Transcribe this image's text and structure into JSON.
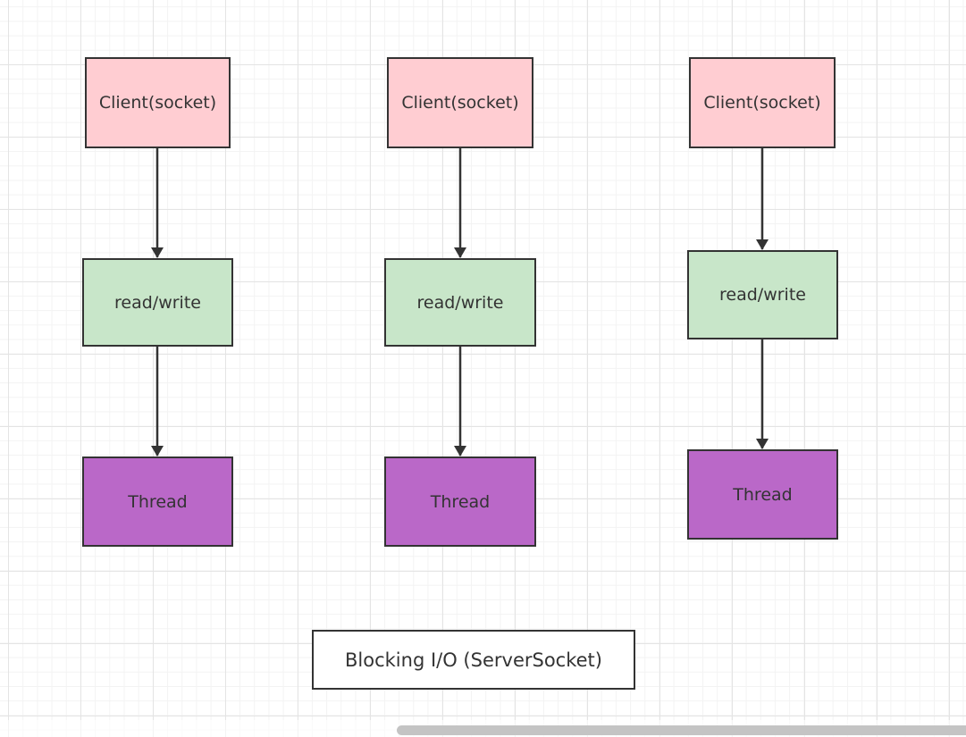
{
  "columns": [
    {
      "client_label": "Client(socket)",
      "rw_label": "read/write",
      "thread_label": "Thread"
    },
    {
      "client_label": "Client(socket)",
      "rw_label": "read/write",
      "thread_label": "Thread"
    },
    {
      "client_label": "Client(socket)",
      "rw_label": "read/write",
      "thread_label": "Thread"
    }
  ],
  "caption": "Blocking I/O (ServerSocket)",
  "colors": {
    "client_fill": "#ffcdd2",
    "rw_fill": "#c8e6c9",
    "thread_fill": "#ba68c8",
    "stroke": "#333333"
  }
}
